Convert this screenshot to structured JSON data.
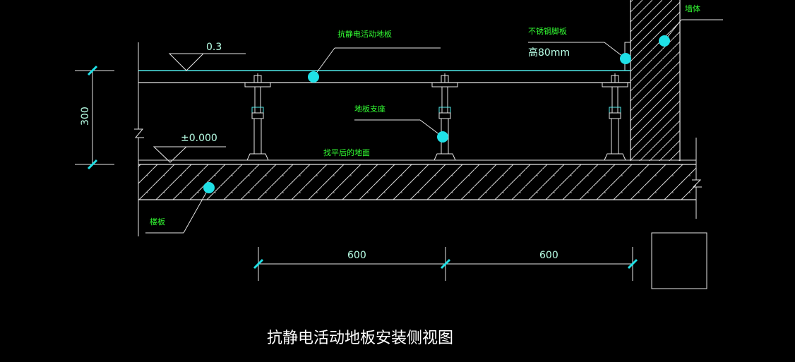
{
  "labels": {
    "floor_panel": "抗静电活动地板",
    "skirting": "不锈钢脚板",
    "skirting_height": "高80mm",
    "wall": "墙体",
    "support": "地板支座",
    "leveled_ground": "找平后的地面",
    "slab": "楼板"
  },
  "dimensions": {
    "floor_top_level": "0.3",
    "ground_level": "±0.000",
    "height": "300",
    "span_left": "600",
    "span_right": "600"
  },
  "title": "抗静电活动地板安装侧视图",
  "colors": {
    "background": "#000000",
    "line_cyan": "#4fe8e8",
    "line_white": "#e6e6e6",
    "text_green": "#33ff33",
    "text_dim": "#b8ffe6",
    "marker_cyan": "#1fe0e6"
  },
  "icons": {
    "callout_marker": "filled-circle",
    "level_symbol": "inverted-triangle",
    "dimension_tick": "slash"
  }
}
